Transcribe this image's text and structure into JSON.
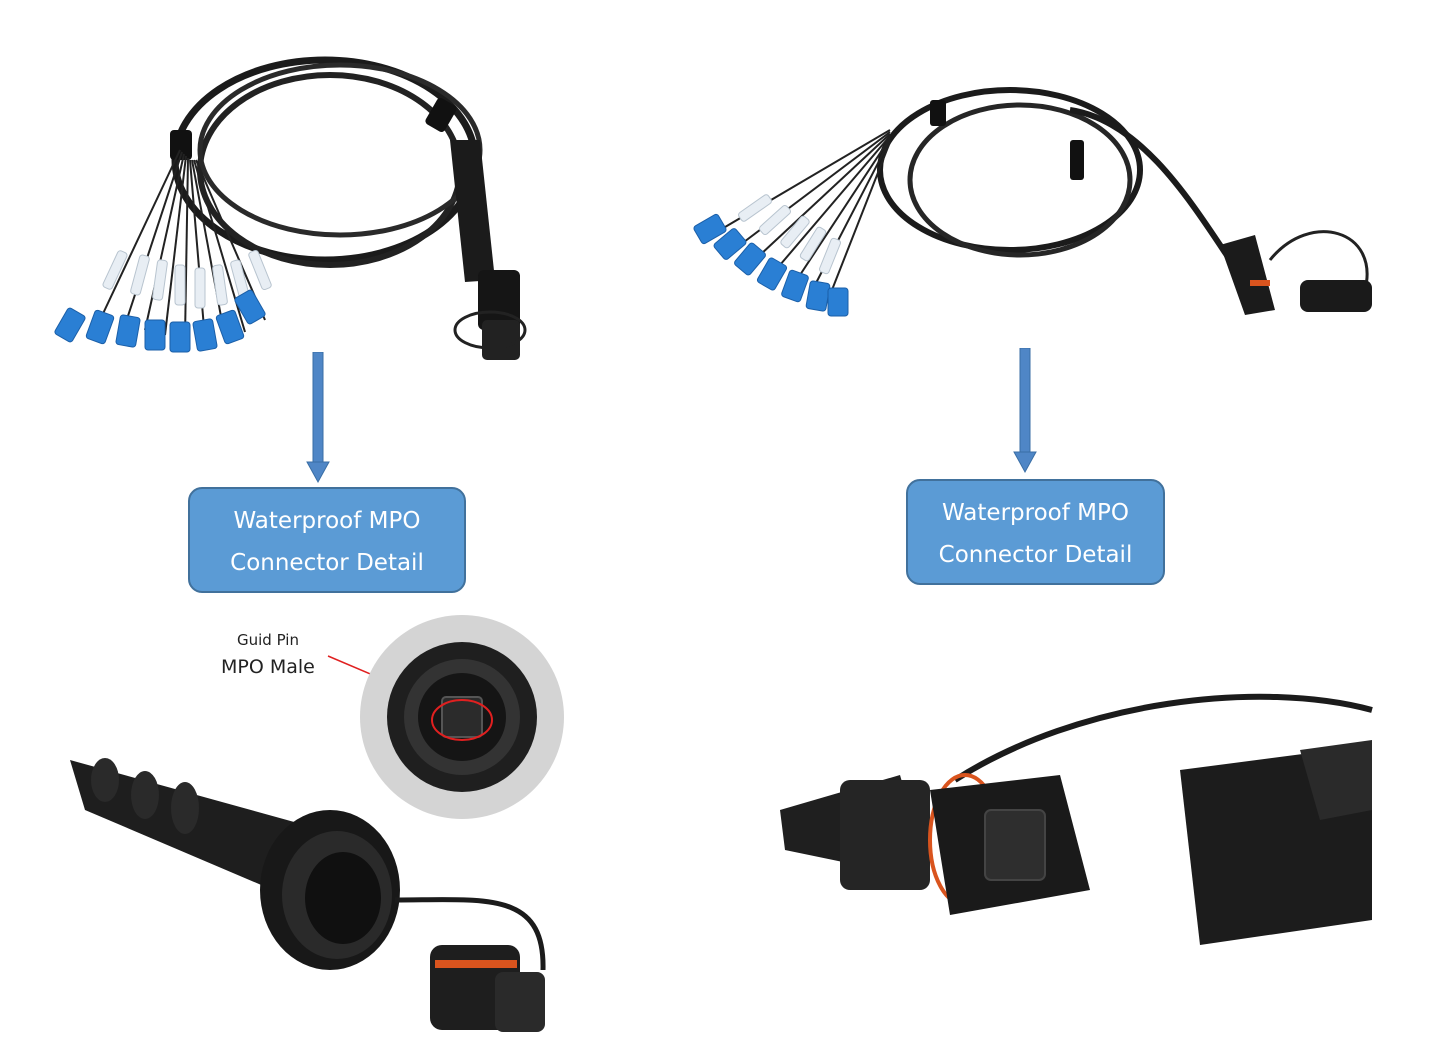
{
  "colors": {
    "background": "#ffffff",
    "label_fill": "#5b9bd5",
    "label_border": "#41719c",
    "arrow": "#4f86c6",
    "cable_black": "#1b1b1b",
    "connector_blue": "#2a7fd4",
    "boot_white": "#e8eef4",
    "seal_orange": "#d9541e",
    "callout_red": "#e02020"
  },
  "left": {
    "label_line1": "Waterproof MPO",
    "label_line2": "Connector Detail",
    "callout_guid": "Guid Pin",
    "callout_male": "MPO Male"
  },
  "right": {
    "label_line1": "Waterproof MPO",
    "label_line2": "Connector Detail"
  }
}
